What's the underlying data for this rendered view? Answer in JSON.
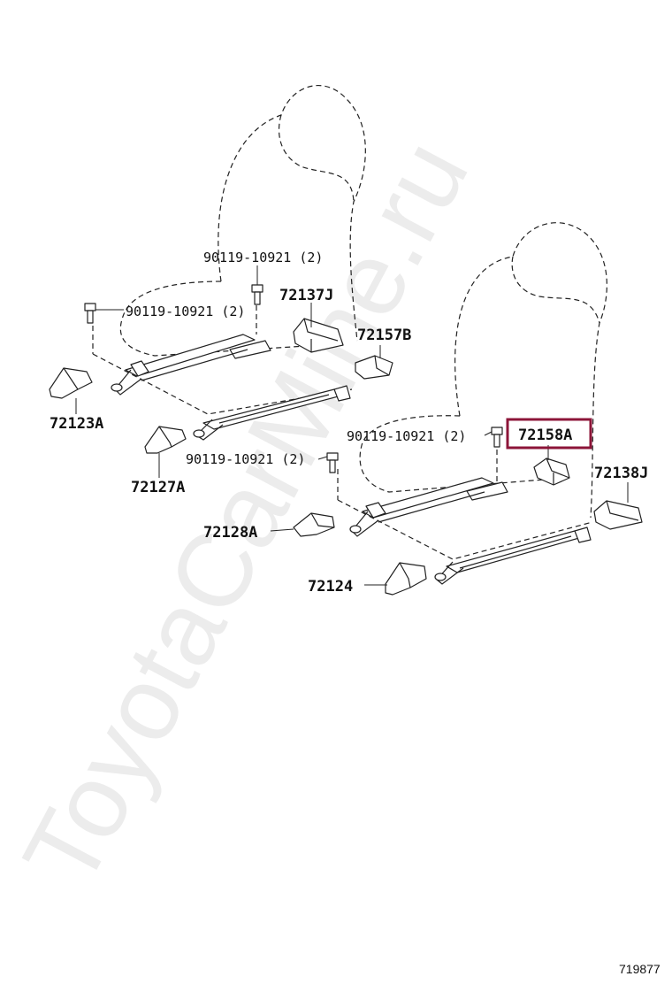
{
  "diagram": {
    "watermark": "ToyotaCarMine.ru",
    "reference_number": "719877",
    "highlight_color": "#8c1538",
    "parts": [
      {
        "id": "p72137J",
        "label": "72137J",
        "highlighted": false
      },
      {
        "id": "p72157B",
        "label": "72157B",
        "highlighted": false
      },
      {
        "id": "p72123A",
        "label": "72123A",
        "highlighted": false
      },
      {
        "id": "p72127A",
        "label": "72127A",
        "highlighted": false
      },
      {
        "id": "p72158A",
        "label": "72158A",
        "highlighted": true
      },
      {
        "id": "p72138J",
        "label": "72138J",
        "highlighted": false
      },
      {
        "id": "p72128A",
        "label": "72128A",
        "highlighted": false
      },
      {
        "id": "p72124",
        "label": "72124",
        "highlighted": false
      }
    ],
    "bolts": [
      {
        "id": "b1",
        "label": "90119-10921 (2)"
      },
      {
        "id": "b2",
        "label": "90119-10921 (2)"
      },
      {
        "id": "b3",
        "label": "90119-10921 (2)"
      },
      {
        "id": "b4",
        "label": "90119-10921 (2)"
      }
    ]
  }
}
